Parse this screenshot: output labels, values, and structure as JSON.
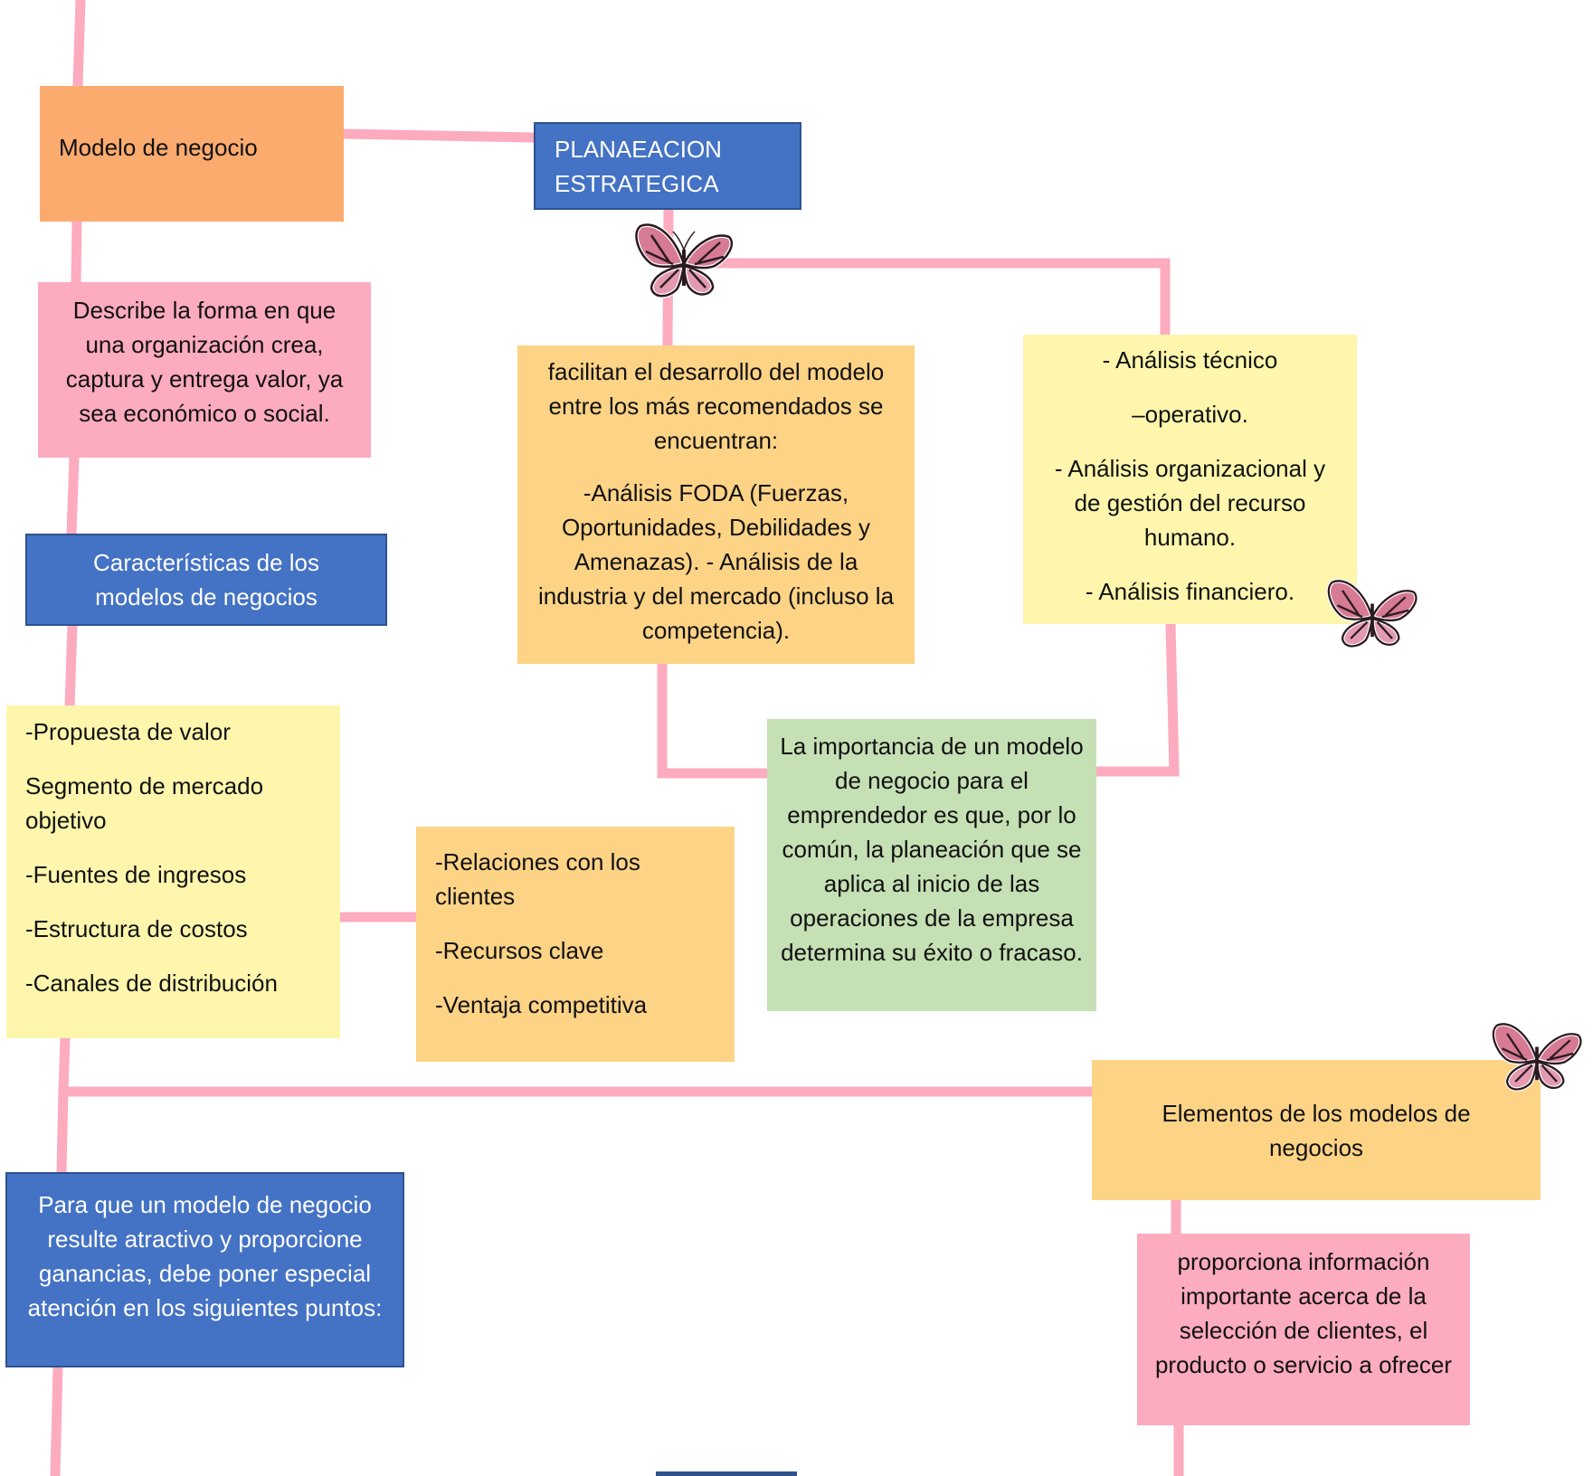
{
  "colors": {
    "connector": "#fdabbf",
    "orange": "#fcab6e",
    "pink": "#fdabbf",
    "blue": "#4472c4",
    "yellow": "#fef6ac",
    "peach": "#fdd386",
    "green": "#c5e0b4"
  },
  "icons": [
    "butterfly-icon"
  ],
  "nodes": {
    "modelo": "Modelo de negocio",
    "planeacion": [
      "PLANAEACION",
      "ESTRATEGICA"
    ],
    "describe": "Describe la forma en que una organización crea, captura y entrega valor, ya sea económico o social.",
    "facilitan": {
      "intro": "facilitan el desarrollo del modelo entre los más recomendados se encuentran:",
      "detail": "-Análisis FODA (Fuerzas, Oportunidades, Debilidades y Amenazas). - Análisis de la industria y del mercado (incluso la competencia)."
    },
    "analisis": [
      "- Análisis técnico",
      "–operativo.",
      "- Análisis organizacional y de gestión del recurso humano.",
      "- Análisis financiero."
    ],
    "caracteristicas": "Características de los modelos de negocios",
    "lista_izq": [
      "-Propuesta de valor",
      "Segmento de mercado objetivo",
      "-Fuentes de ingresos",
      "-Estructura de costos",
      "-Canales de distribución"
    ],
    "lista_der": [
      "-Relaciones con los clientes",
      "-Recursos clave",
      "-Ventaja competitiva"
    ],
    "importancia": "La importancia de un modelo de negocio para el emprendedor es que, por lo común, la planeación que se aplica al inicio de las operaciones de la empresa determina su éxito o fracaso.",
    "elementos": "Elementos de los modelos de negocios",
    "para_que": "Para que un modelo de negocio resulte atractivo y proporcione ganancias, debe poner especial atención en los siguientes puntos:",
    "proporciona": "proporciona información importante acerca de la selección de clientes, el producto o servicio a ofrecer"
  }
}
